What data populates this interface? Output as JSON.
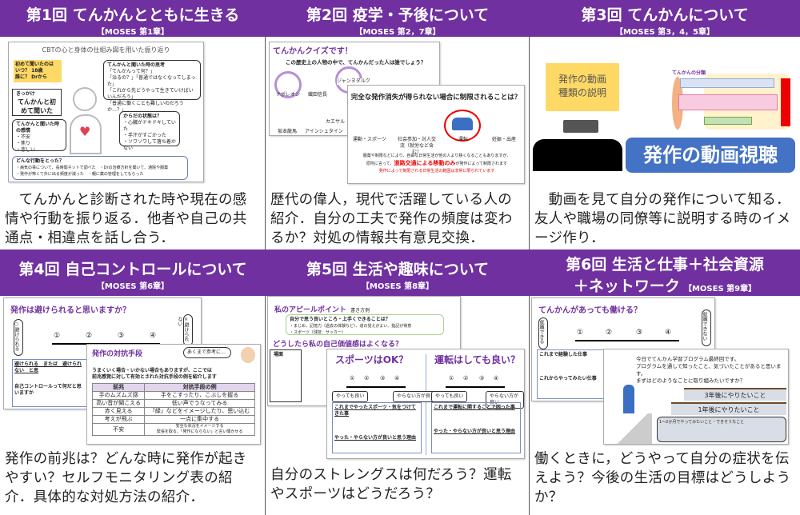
{
  "sessions": [
    {
      "title": "第1回 てんかんとともに生きる",
      "subtitle": "【MOSES 第1章】",
      "description": "　てんかんと診断された時や現在の感情や行動を振り返る．他者や自己の共通点・相違点を話し合う．",
      "slide": {
        "title": "CBTの心と身体の仕組み図を用いた振り返り",
        "yellow_box": "初めて聞いたのは\nいつ？ 18歳\n誰に？ Drから",
        "trigger_label": "きっかけ",
        "trigger": "てんかんと初めて聞いた",
        "thought_head": "てんかんと聞いた時の思考",
        "thoughts": "「てんかんって何？」\n「治るの？」「普通ではなくなってしまった」\n「これから先どうやって生きていけばいいんだろう」\n「普通に働くことも難しいのだろうか…？」",
        "emotion_head": "てんかんと聞いた時の感情",
        "emotions": "・不安\n・焦り\n・悲しい",
        "body_head": "からだの状態は？",
        "body": "・心臓がドキドキしていた\n・手汗がすごかった\n・ソワソワして落ち着かない",
        "action_head": "どんな行動をとった？",
        "actions": "・病気の事について、長時間ネットで調べた　・Drの治療方針を聞いて、通院や服薬\n・発作が怖くて外に出る頻度が減った　・親に薬の管理をしてもらった"
      }
    },
    {
      "title": "第2回 疫学・予後について",
      "subtitle": "【MOSES 第2，7章】",
      "description": "歴代の偉人，現代で活躍している人の紹介．自分の工夫で発作の頻度は変わるか？対処の情報共有意見交換．",
      "slide": {
        "quiz_title": "てんかんクイズです！",
        "quiz_question": "この歴史上の人物の中で、てんかんだった人は誰でしょう？",
        "people": [
          "ナポレオン",
          "織田信長",
          "ジャンヌダルク",
          "坂本龍馬",
          "アインシュタイン",
          "カエサル"
        ],
        "front_title": "完全な発作消失が得られない場合に制限されることは？",
        "items": [
          "運動・スポーツ",
          "社会参加・対人交流（就労など含む）",
          "運転",
          "妊娠・出産"
        ],
        "note1": "服薬や制限などにより、自由な日常生活が他の人より狭くなることもありますが、",
        "note2_pre": "原則に言って、",
        "note2_em": "道路交通による移動のみ",
        "note2_post": "が発作によって制限されます",
        "note3": "発作によって制限される日常生活の範囲は非常に限られています"
      }
    },
    {
      "title": "第3回 てんかんについて",
      "subtitle": "【MOSES 第3，4，5章】",
      "description": "　動画を見て自分の発作について知る．友人や職場の同僚等に説明する時のイメージ作り．",
      "slide": {
        "yellow_box": "発作の動画\n種類の説明",
        "diagram_title": "てんかんの分類",
        "blue_button": "発作の動画視聴"
      }
    },
    {
      "title": "第4回 自己コントロールについて",
      "subtitle": "【MOSES 第6章】",
      "description": "発作の前兆は？どんな時に発作が起きやすい？セルフモニタリング表の紹介．具体的な対処方法の紹介．",
      "slide": {
        "back_title": "発作は避けられると思いますか？",
        "can": "○避けられる",
        "cannot": "×避けられない",
        "scale": [
          "①",
          "②",
          "③",
          "④"
        ],
        "q1": "避けられる　または　避けられない　と思",
        "q2": "自己コントロールって何だと思いますか",
        "front_title": "発作の対抗手段",
        "bubble": "あくまで参考に…",
        "intro": "うまくいく場合・いかない場合もありますが、ここでは\n前兆感覚に対して有効とされた対抗手段の例を紹介します",
        "table_headers": [
          "前兆",
          "対抗手段の例"
        ],
        "table_rows": [
          [
            "手のムズムズ感",
            "手をこすったり、こぶしを握る"
          ],
          [
            "高い音が聞こえる",
            "低い声でうなってみる"
          ],
          [
            "赤く見える",
            "『緑』などをイメージしたり、思い込む"
          ],
          [
            "考えが飛ぶ",
            "一点に集中する"
          ],
          [
            "不安",
            "安全な状況をイメージする\n緊張を取る、「発作にならない」と言い聞かせる"
          ]
        ]
      }
    },
    {
      "title": "第5回 生活や趣味について",
      "subtitle": "【MOSES 第8章】",
      "description": "自分のストレングスは何だろう？運転やスポーツはどうだろう？",
      "slide": {
        "appeal_title": "私のアピールポイント",
        "appeal_sub": "書き方例",
        "appeal_q": "自分で思う良いところ・上手くできることは？",
        "appeal_a": "・まじめ、記憶力（過去の体験など）、道の覚えがよい、指記が得意\n・スポーツ（球技：サッカー）",
        "value_title": "どうしたら私の自己価値感はよくなる？",
        "scene": "場面",
        "sports_title": "スポーツはOK？",
        "driving_title": "運転はしても良い？",
        "ok": "やっても良い",
        "ng": "やらない方が良い",
        "sports_q1": "これまでやったスポーツ・気をつけてきた事",
        "driving_q1": "これまで運転に関することで困った事",
        "reason": "やった・やらない方が良いと思う理由",
        "scale": [
          "①",
          "②",
          "③",
          "④"
        ]
      }
    },
    {
      "title": "第6回 生活と仕事＋社会資源",
      "title2": "＋ネットワーク",
      "subtitle": "【MOSES 第9章】",
      "description": "働くときに，どうやって自分の症状を伝えよう？今後の生活の目標はどうしようか？",
      "slide": {
        "back_title": "てんかんがあっても働ける？",
        "can": "就職できる",
        "cannot": "就職できない",
        "scale": [
          "①",
          "②",
          "③",
          "④"
        ],
        "past_jobs": "これまで経験した仕事",
        "future_jobs": "これからやってみたい仕事",
        "intro": "今日でてんかん学習プログラム最終回です。\nプログラムを通して知ったこと、気づいたことがあると思います。\nまずはどのようなことに取り組みたいですか？",
        "step3": "3年後にやりたいこと",
        "step1": "1年後にやりたいこと",
        "step0": "1～2か月でやってみたいこと・できそうなこと"
      }
    }
  ],
  "colors": {
    "header": "#7030a0",
    "accent_blue": "#4472c4",
    "yellow": "#ffd966"
  }
}
